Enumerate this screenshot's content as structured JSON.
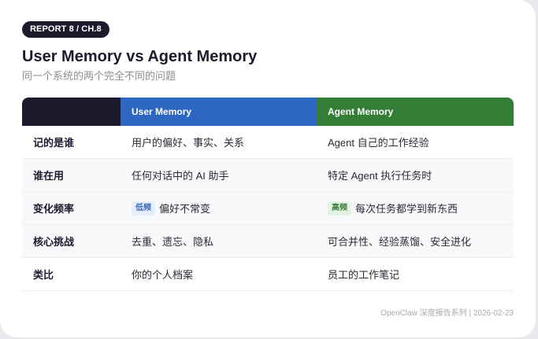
{
  "badge": "REPORT 8 / CH.8",
  "title": "User Memory vs Agent Memory",
  "subtitle": "同一个系统的两个完全不同的问题",
  "table": {
    "headers": [
      "",
      "User Memory",
      "Agent Memory"
    ],
    "header_colors": [
      "#1c1b2e",
      "#2e67c1",
      "#347d37"
    ],
    "rows": [
      {
        "label": "记的是谁",
        "user": "用户的偏好、事实、关系",
        "agent": "Agent 自己的工作经验"
      },
      {
        "label": "谁在用",
        "user": "任何对话中的 AI 助手",
        "agent": "特定 Agent 执行任务时"
      },
      {
        "label": "变化频率",
        "user_tag": "低频",
        "user": "偏好不常变",
        "agent_tag": "高频",
        "agent": "每次任务都学到新东西"
      },
      {
        "label": "核心挑战",
        "user": "去重、遗忘、隐私",
        "agent": "可合并性、经验蒸馏、安全进化"
      },
      {
        "label": "类比",
        "user": "你的个人档案",
        "agent": "员工的工作笔记"
      }
    ]
  },
  "footer": "OpenClaw 深度报告系列 | 2026-02-23"
}
